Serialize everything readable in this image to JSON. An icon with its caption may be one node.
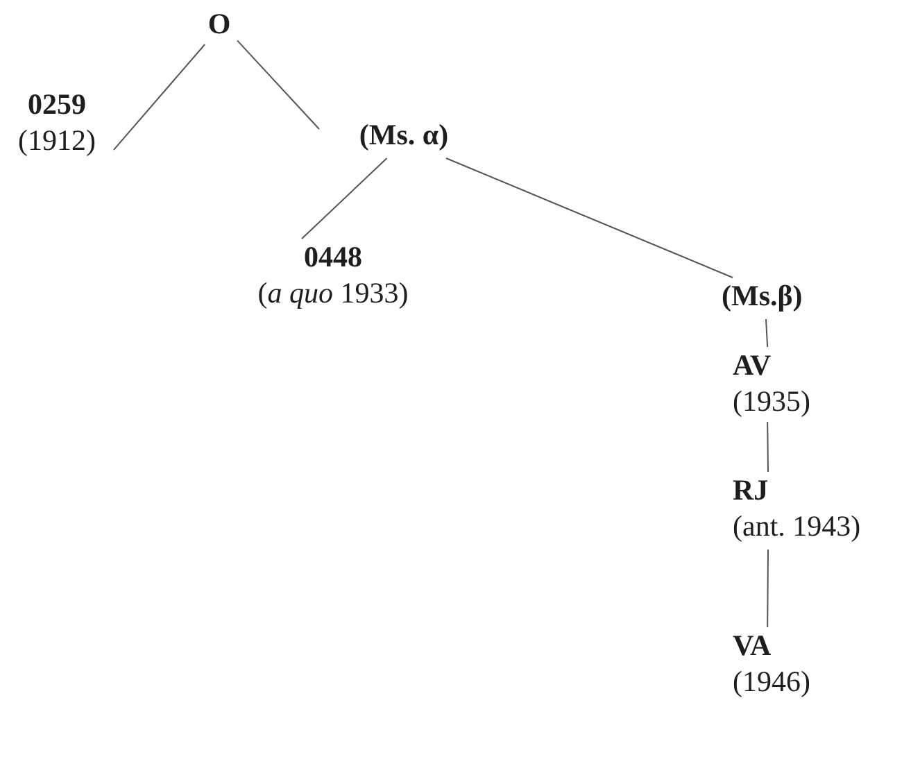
{
  "diagram": {
    "nodes": [
      {
        "text": [
          "O"
        ]
      },
      {
        "text": [
          "0259",
          "(1912)"
        ]
      },
      {
        "text": [
          "(Ms. α)"
        ]
      },
      {
        "text": [
          "0448",
          "(*a quo* 1933)"
        ]
      },
      {
        "text": [
          "(Ms.β)"
        ]
      },
      {
        "text": [
          "AV",
          "(1935)"
        ]
      },
      {
        "text": [
          "RJ",
          "(ant. 1943)"
        ]
      },
      {
        "text": [
          "VA",
          "(1946)"
        ]
      }
    ],
    "edges": [
      {
        "from": 0,
        "to": 1,
        "arrow": "none"
      },
      {
        "from": 0,
        "to": 2,
        "arrow": "none"
      },
      {
        "from": 2,
        "to": 3,
        "arrow": "none"
      },
      {
        "from": 2,
        "to": 4,
        "arrow": "none"
      },
      {
        "from": 4,
        "to": 5,
        "arrow": "none"
      },
      {
        "from": 5,
        "to": 6,
        "arrow": "none"
      },
      {
        "from": 6,
        "to": 7,
        "arrow": "none"
      }
    ]
  }
}
